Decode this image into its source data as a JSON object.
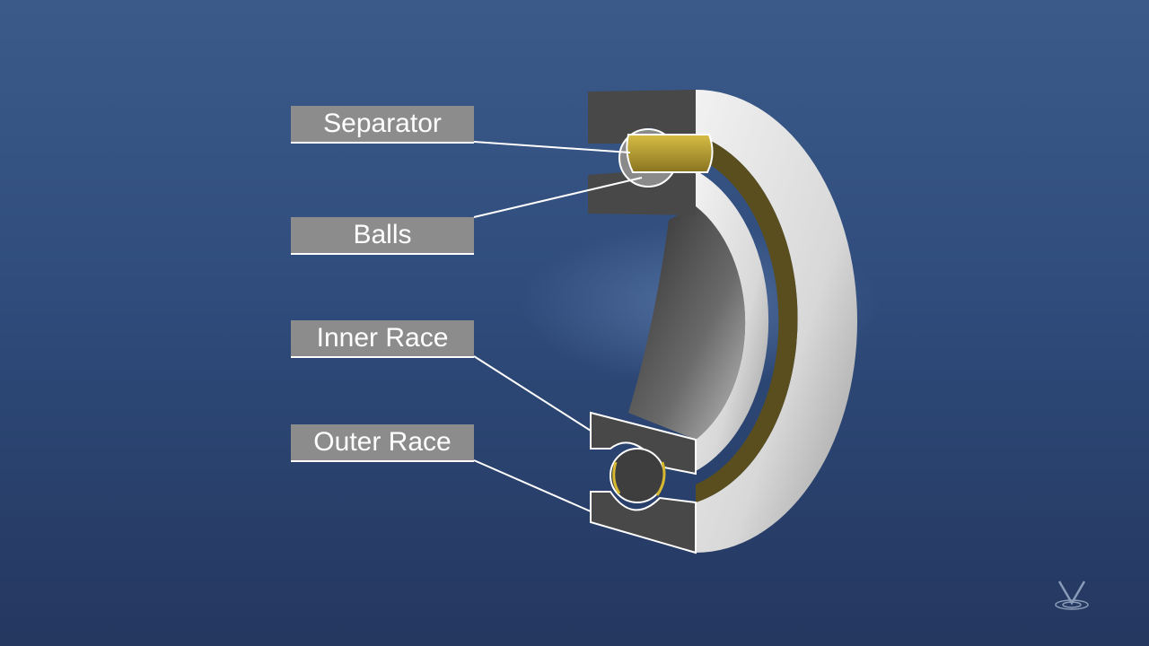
{
  "labels": {
    "separator": "Separator",
    "balls": "Balls",
    "inner_race": "Inner Race",
    "outer_race": "Outer Race"
  },
  "colors": {
    "background": "#2f4c7c",
    "label_box": "#8c8c8c",
    "separator_brass": "#b8a032",
    "steel_dark": "#4a4a4a"
  }
}
